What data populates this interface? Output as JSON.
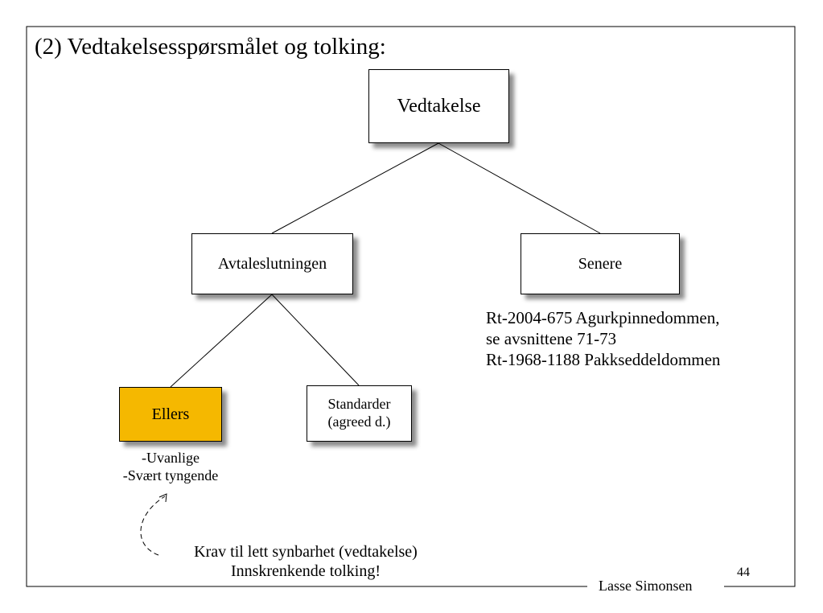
{
  "title": "(2) Vedtakelsesspørsmålet og tolking:",
  "nodes": {
    "root": "Vedtakelse",
    "left": "Avtaleslutningen",
    "right": "Senere",
    "ellers": "Ellers",
    "standarder_line1": "Standarder",
    "standarder_line2": "(agreed d.)"
  },
  "ellers_notes": [
    "-Uvanlige",
    "-Svært tyngende"
  ],
  "references": [
    "Rt-2004-675 Agurkpinnedommen,",
    "se avsnittene 71-73",
    "Rt-1968-1188 Pakkseddeldommen"
  ],
  "krav": [
    "Krav til lett synbarhet (vedtakelse)",
    "Innskrenkende tolking!"
  ],
  "page_number": "44",
  "author": "Lasse Simonsen",
  "colors": {
    "highlight": "#f5b800"
  },
  "icons": {
    "arrow": "dashed-curved-arrow-icon"
  }
}
